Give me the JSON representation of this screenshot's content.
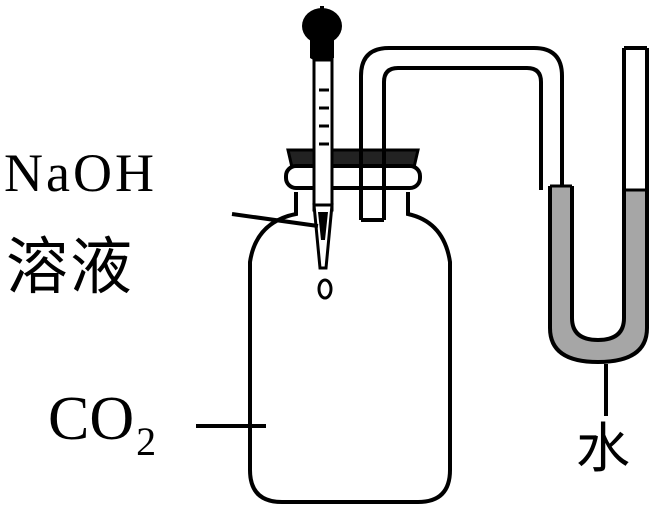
{
  "labels": {
    "naoh_line1": "NaOH",
    "naoh_line2": "溶液",
    "gas": "CO",
    "gas_subscript": "2",
    "water": "水"
  },
  "colors": {
    "stroke": "#000000",
    "water_fill": "#a6a6a6",
    "cap_fill": "#222222",
    "background": "#ffffff"
  }
}
